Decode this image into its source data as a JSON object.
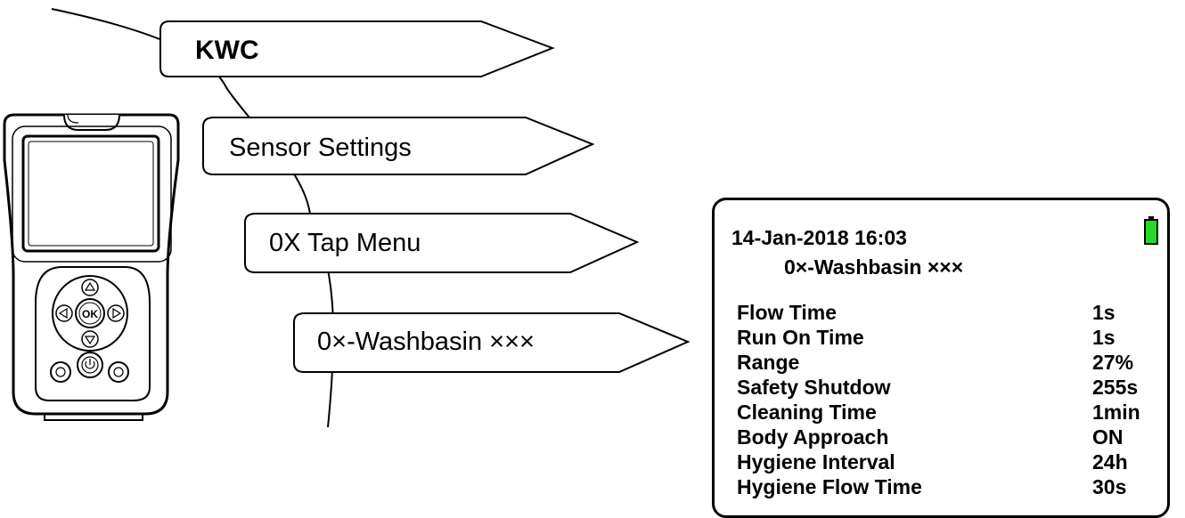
{
  "menu": {
    "level1": "KWC",
    "level2": "Sensor Settings",
    "level3": "0X Tap Menu",
    "level4": "0×-Washbasin ×××"
  },
  "device": {
    "ok_label": "OK"
  },
  "lcd": {
    "datetime": "14-Jan-2018 16:03",
    "title": "0×-Washbasin ×××",
    "battery_color": "#22dd22",
    "rows": [
      {
        "label": "Flow Time",
        "value": "1s"
      },
      {
        "label": "Run On Time",
        "value": "1s"
      },
      {
        "label": "Range",
        "value": "27%"
      },
      {
        "label": "Safety Shutdow",
        "value": "255s"
      },
      {
        "label": "Cleaning Time",
        "value": "1min"
      },
      {
        "label": "Body Approach",
        "value": "ON"
      },
      {
        "label": "Hygiene Interval",
        "value": "24h"
      },
      {
        "label": "Hygiene Flow Time",
        "value": "30s"
      }
    ]
  }
}
